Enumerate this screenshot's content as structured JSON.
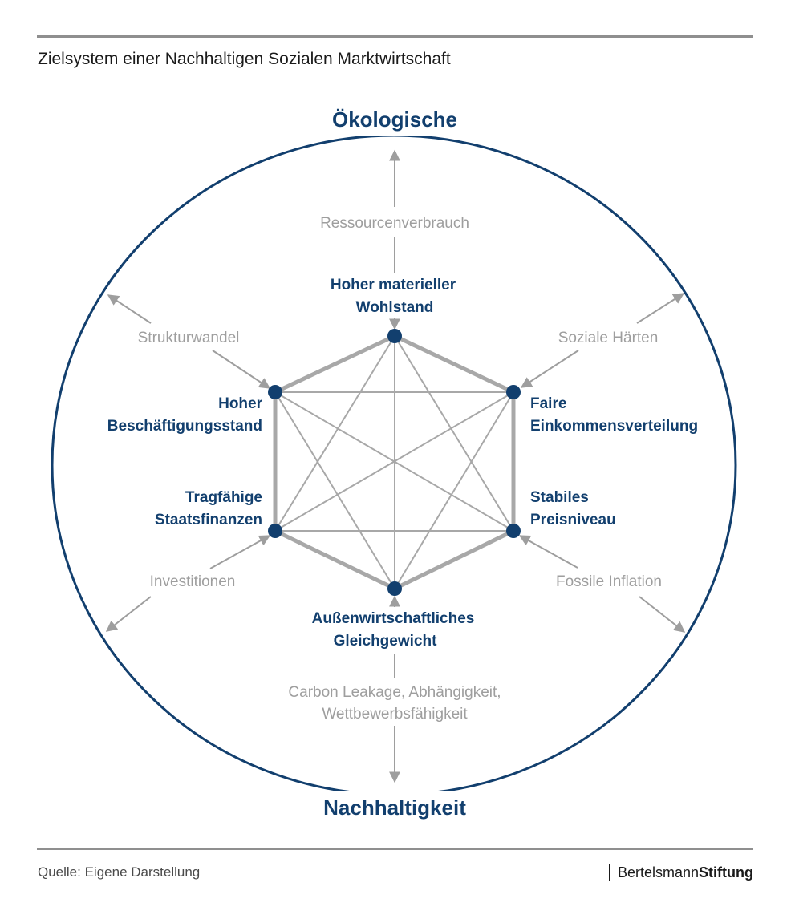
{
  "title": "Zielsystem einer Nachhaltigen Sozialen Marktwirtschaft",
  "source": "Quelle: Eigene Darstellung",
  "logo": {
    "part1": "Bertelsmann",
    "part2": "Stiftung"
  },
  "dimensions": {
    "top": "Ökologische",
    "bottom": "Nachhaltigkeit"
  },
  "goals": {
    "top": [
      "Hoher materieller",
      "Wohlstand"
    ],
    "upper_left": [
      "Hoher",
      "Beschäftigungsstand"
    ],
    "upper_right": [
      "Faire",
      "Einkommensverteilung"
    ],
    "lower_left": [
      "Tragfähige",
      "Staatsfinanzen"
    ],
    "lower_right": [
      "Stabiles",
      "Preisniveau"
    ],
    "bottom": [
      "Außenwirtschaftliches",
      "Gleichgewicht"
    ]
  },
  "risks": {
    "top": [
      "Ressourcenverbrauch"
    ],
    "upper_left": [
      "Strukturwandel"
    ],
    "upper_right": [
      "Soziale Härten"
    ],
    "lower_left": [
      "Investitionen"
    ],
    "lower_right": [
      "Fossile Inflation"
    ],
    "bottom": [
      "Carbon Leakage, Abhängigkeit,",
      "Wettbewerbsfähigkeit"
    ]
  },
  "colors": {
    "navy": "#123f6e",
    "grey_line": "#9e9e9e",
    "rule": "#8f8f8f"
  }
}
